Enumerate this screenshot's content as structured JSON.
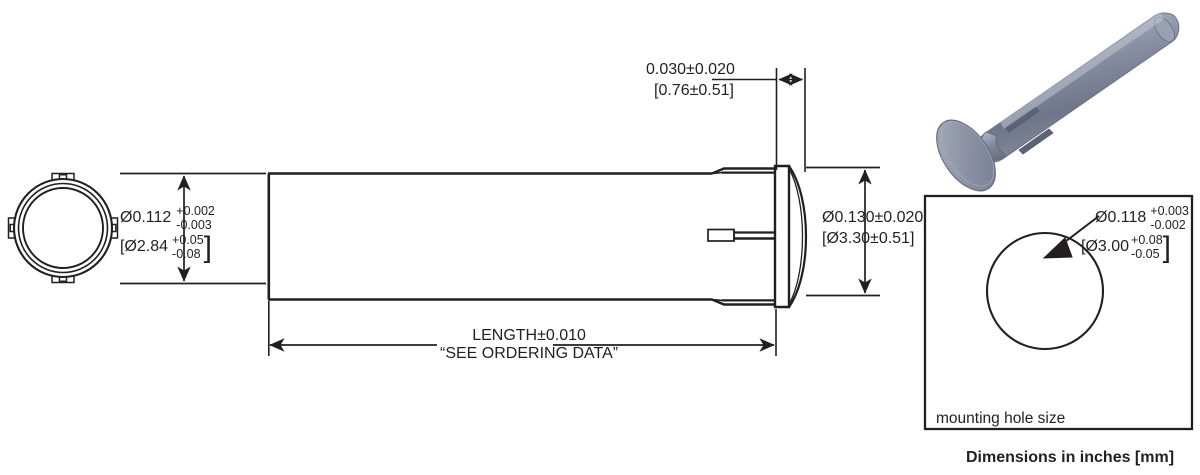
{
  "drawing": {
    "title_caption": "Dimensions in inches [mm]",
    "units_note": "Dimensions in inches [mm]"
  },
  "views": {
    "end_view": {
      "name": "end-view-left"
    },
    "side_view": {
      "name": "side-view-main"
    },
    "iso_view": {
      "name": "isometric-3d-model"
    },
    "mounting_box": {
      "label": "mounting hole size"
    }
  },
  "dimensions": {
    "body_diameter": {
      "inch_value": "Ø0.112",
      "inch_tol_plus": "+0.002",
      "inch_tol_minus": "-0.003",
      "mm_value": "[Ø2.84",
      "mm_tol_plus": "+0.05",
      "mm_tol_minus": "-0.08",
      "mm_close": "]"
    },
    "head_thickness": {
      "inch_line": "0.030±0.020",
      "mm_line": "[0.76±0.51]",
      "inch_base": "0.030",
      "inch_tol": "0.020",
      "mm_base": "0.76",
      "mm_tol": "0.51"
    },
    "head_diameter": {
      "inch_line": "Ø0.130±0.020",
      "mm_line": "[Ø3.30±0.51]",
      "inch_base": "Ø0.130",
      "inch_tol": "0.020",
      "mm_base": "[Ø3.30",
      "mm_tol": "0.51]"
    },
    "length": {
      "line1": "LENGTH±0.010",
      "line2": "“SEE ORDERING DATA”"
    },
    "mounting_hole": {
      "inch_value": "Ø0.118",
      "inch_tol_plus": "+0.003",
      "inch_tol_minus": "-0.002",
      "mm_value": "[Ø3.00",
      "mm_tol_plus": "+0.08",
      "mm_tol_minus": "-0.05",
      "mm_close": "]"
    }
  },
  "colors": {
    "line": "#231f20",
    "text": "#231f20",
    "model_light": "#b9bfcd",
    "model_mid": "#8e95a8",
    "model_dark": "#6e7587",
    "model_cap": "#878ea1",
    "background": "#ffffff"
  }
}
